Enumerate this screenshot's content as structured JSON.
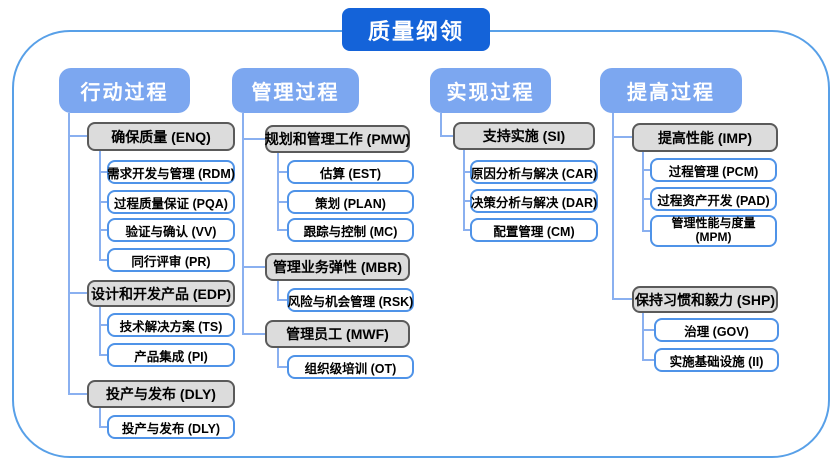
{
  "title": "质量纲领",
  "columns": [
    {
      "header": "行动过程",
      "groups": [
        {
          "label": "确保质量 (ENQ)",
          "children": [
            "需求开发与管理 (RDM)",
            "过程质量保证 (PQA)",
            "验证与确认 (VV)",
            "同行评审 (PR)"
          ]
        },
        {
          "label": "设计和开发产品 (EDP)",
          "children": [
            "技术解决方案 (TS)",
            "产品集成 (PI)"
          ]
        },
        {
          "label": "投产与发布 (DLY)",
          "children": [
            "投产与发布 (DLY)"
          ]
        }
      ]
    },
    {
      "header": "管理过程",
      "groups": [
        {
          "label": "规划和管理工作 (PMW)",
          "children": [
            "估算 (EST)",
            "策划 (PLAN)",
            "跟踪与控制 (MC)"
          ]
        },
        {
          "label": "管理业务弹性 (MBR)",
          "children": [
            "风险与机会管理 (RSK)"
          ]
        },
        {
          "label": "管理员工 (MWF)",
          "children": [
            "组织级培训 (OT)"
          ]
        }
      ]
    },
    {
      "header": "实现过程",
      "groups": [
        {
          "label": "支持实施 (SI)",
          "children": [
            "原因分析与解决 (CAR)",
            "决策分析与解决 (DAR)",
            "配置管理 (CM)"
          ]
        }
      ]
    },
    {
      "header": "提高过程",
      "groups": [
        {
          "label": "提高性能 (IMP)",
          "children": [
            "过程管理 (PCM)",
            "过程资产开发 (PAD)",
            "管理性能与度量 (MPM)"
          ]
        },
        {
          "label": "保持习惯和毅力 (SHP)",
          "children": [
            "治理 (GOV)",
            "实施基础设施 (II)"
          ]
        }
      ]
    }
  ],
  "colors": {
    "title_bg": "#1463d9",
    "column_header_bg": "#7ca7f0",
    "connector_line": "#8ab0f0",
    "group_box_fill": "#dcdcdc",
    "group_box_border": "#5a5a5a",
    "leaf_box_border": "#4f93e8",
    "frame_border": "#58a0e8",
    "title_text": "#ffffff",
    "box_text": "#000000"
  }
}
